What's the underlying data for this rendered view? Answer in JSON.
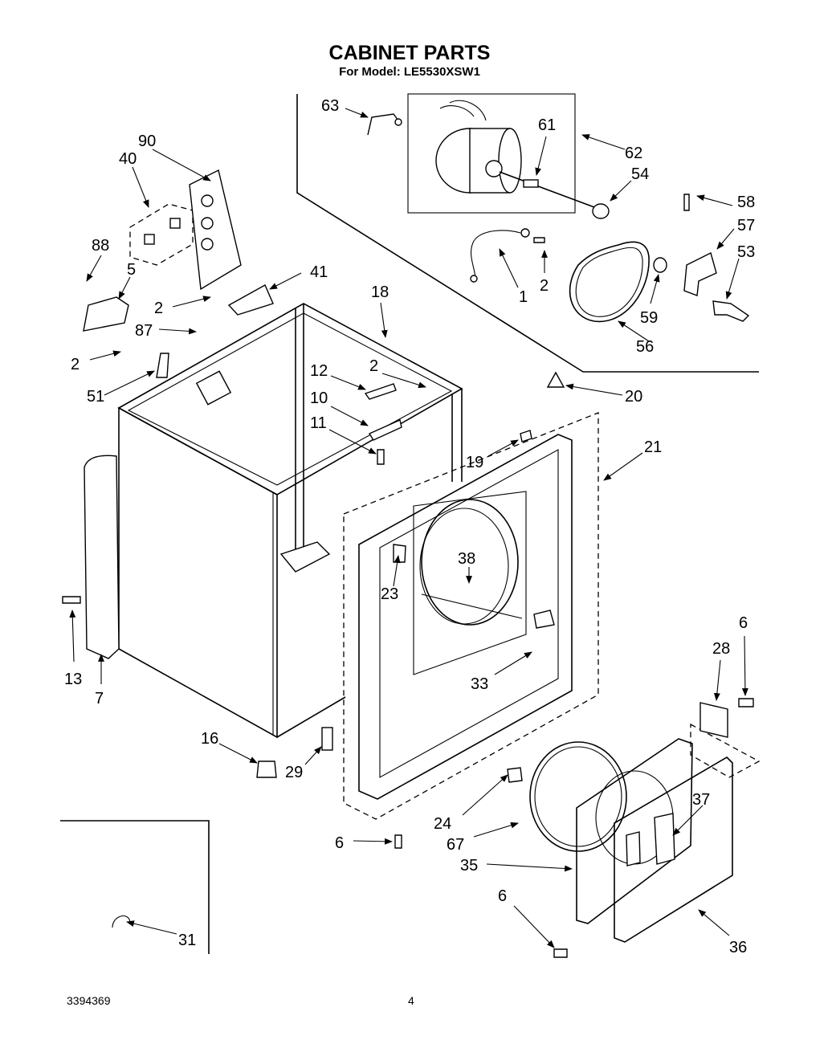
{
  "header": {
    "title": "CABINET PARTS",
    "subtitle": "For Model: LE5530XSW1"
  },
  "footer": {
    "doc_number": "3394369",
    "page_number": "4"
  },
  "callouts": [
    "63",
    "61",
    "62",
    "54",
    "58",
    "57",
    "53",
    "90",
    "40",
    "88",
    "5",
    "41",
    "2",
    "87",
    "51",
    "18",
    "12",
    "10",
    "11",
    "20",
    "21",
    "19",
    "1",
    "59",
    "56",
    "38",
    "23",
    "33",
    "6",
    "28",
    "13",
    "7",
    "16",
    "29",
    "24",
    "67",
    "35",
    "37",
    "36",
    "31"
  ],
  "labels": {
    "c63": "63",
    "c61": "61",
    "c62": "62",
    "c54": "54",
    "c58": "58",
    "c57": "57",
    "c53": "53",
    "c1": "1",
    "c2a": "2",
    "c59": "59",
    "c56": "56",
    "c90": "90",
    "c40": "40",
    "c88": "88",
    "c5": "5",
    "c41": "41",
    "c2b": "2",
    "c87": "87",
    "c2c": "2",
    "c51": "51",
    "c18": "18",
    "c12": "12",
    "c2d": "2",
    "c10": "10",
    "c11": "11",
    "c20": "20",
    "c21": "21",
    "c19": "19",
    "c38": "38",
    "c23": "23",
    "c33": "33",
    "c6a": "6",
    "c28": "28",
    "c13": "13",
    "c7": "7",
    "c16": "16",
    "c29": "29",
    "c24": "24",
    "c67": "67",
    "c6b": "6",
    "c35": "35",
    "c37": "37",
    "c6c": "6",
    "c36": "36",
    "c31": "31"
  }
}
